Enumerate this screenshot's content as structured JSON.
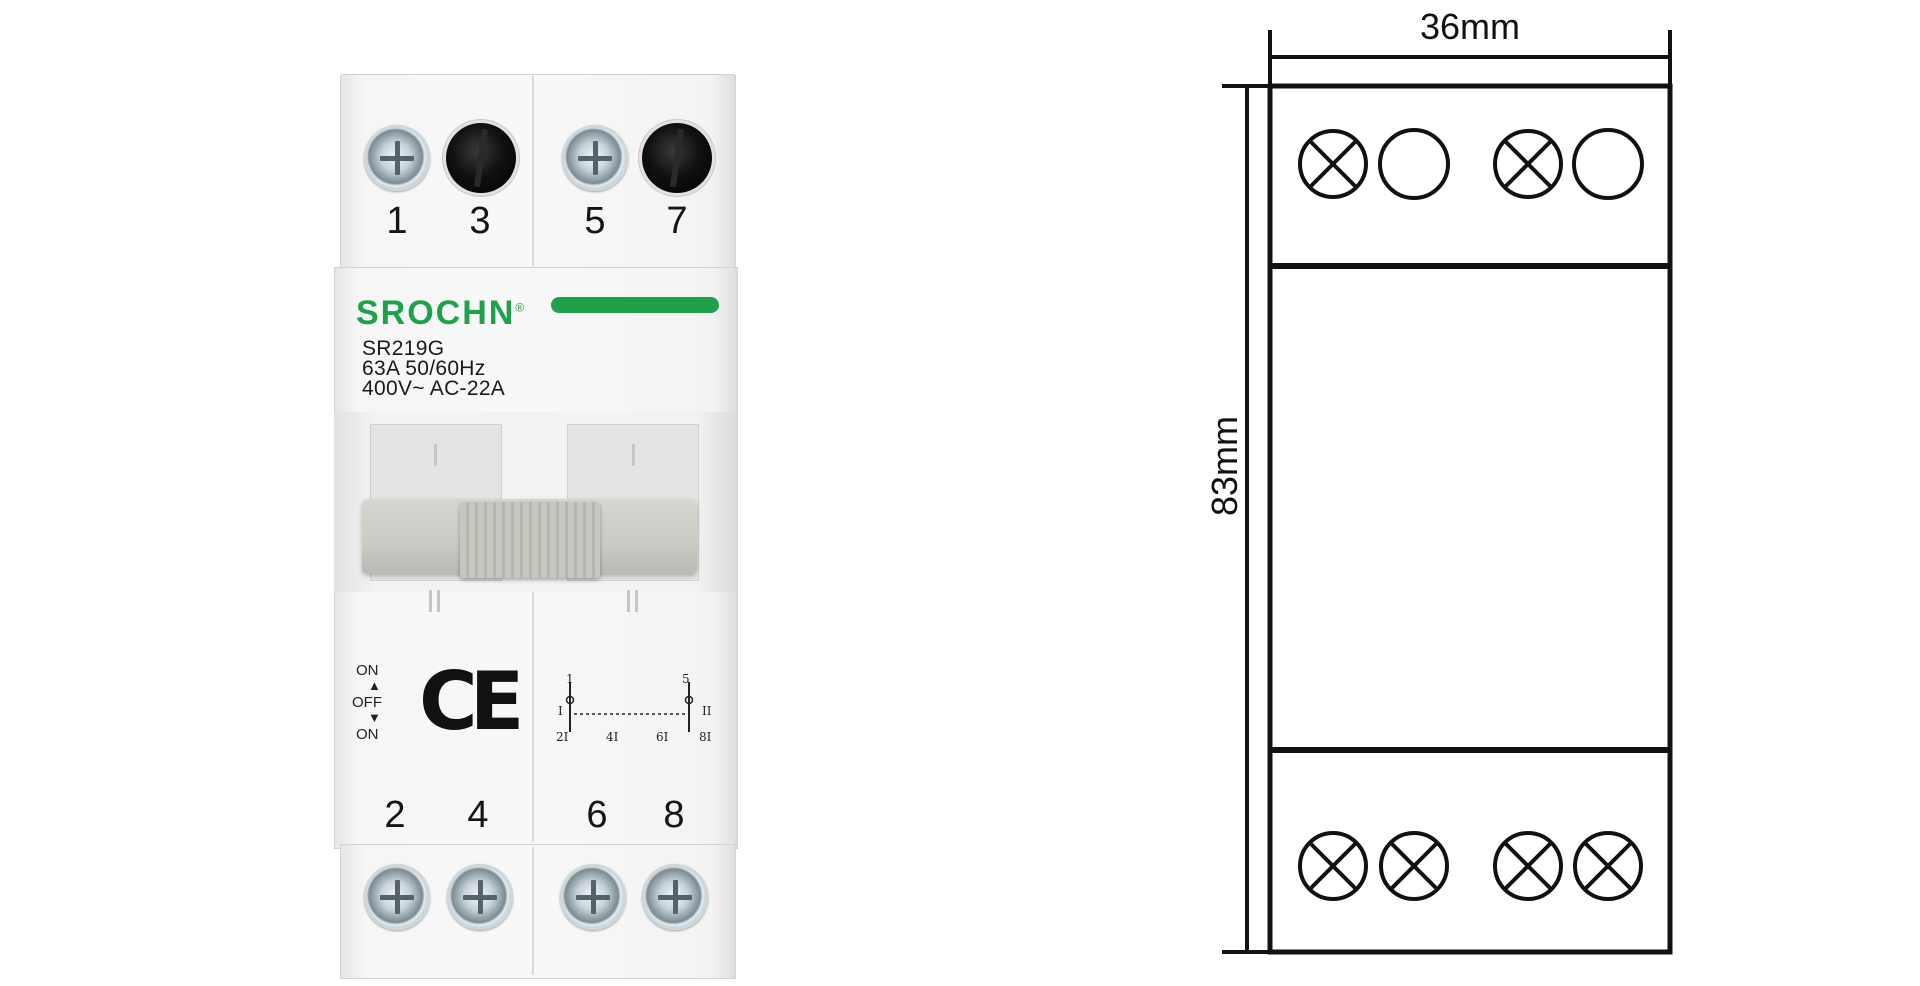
{
  "product": {
    "brand": "SROCHN",
    "brand_mark": "®",
    "model": "SR219G",
    "rating_line": "63A  50/60Hz",
    "voltage_line": "400V~  AC-22A",
    "top_terminals": [
      "1",
      "3",
      "5",
      "7"
    ],
    "bottom_terminals": [
      "2",
      "4",
      "6",
      "8"
    ],
    "certification": "CE",
    "switch_positions": [
      "ON",
      "OFF",
      "ON"
    ],
    "schematic": {
      "top_labels": [
        "1",
        "5"
      ],
      "side_labels": [
        "I",
        "II"
      ],
      "bottom_labels": [
        "2I",
        "4I",
        "6I",
        "8I"
      ]
    },
    "colors": {
      "brand_green": "#1ea14a",
      "lever": "#cbcac4"
    }
  },
  "dimensions": {
    "width_label": "36mm",
    "height_label": "83mm",
    "top_terminal_symbols": [
      "crossed-circle",
      "circle",
      "crossed-circle",
      "circle"
    ],
    "bottom_terminal_symbols": [
      "crossed-circle",
      "crossed-circle",
      "crossed-circle",
      "crossed-circle"
    ]
  }
}
